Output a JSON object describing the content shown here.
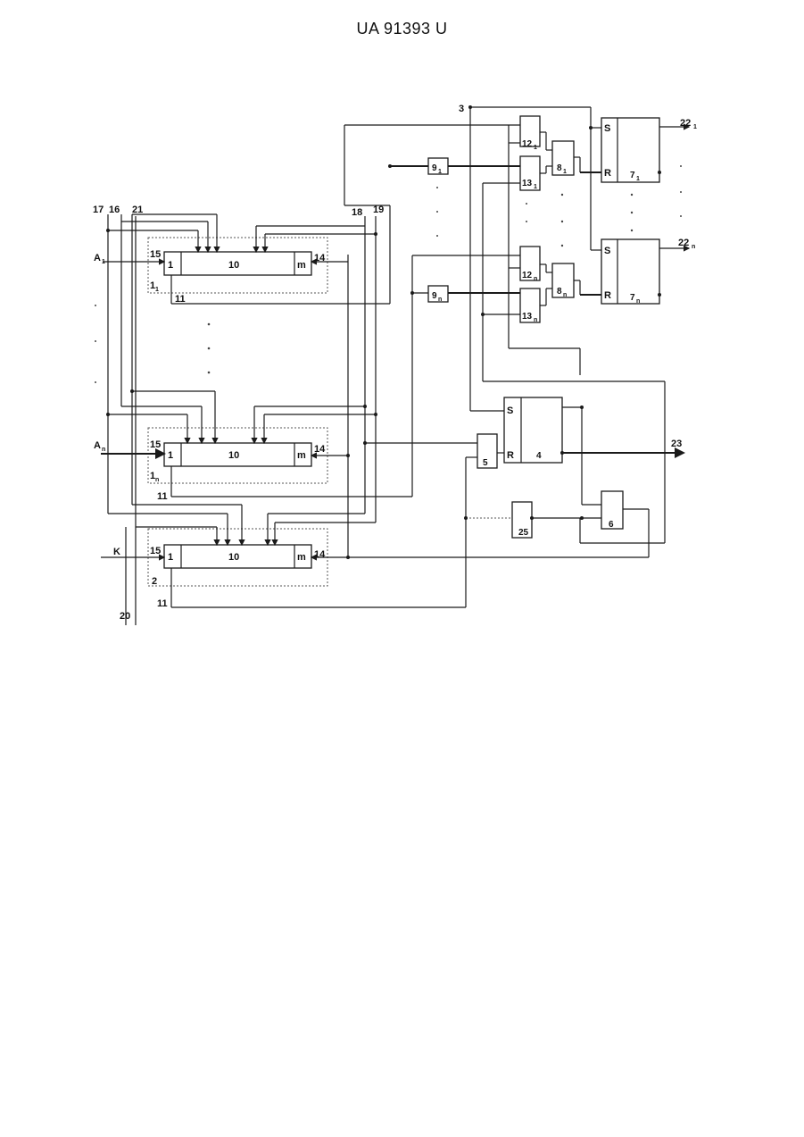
{
  "header": {
    "doc_id": "UA   91393   U"
  },
  "labels": {
    "bus_17": "17",
    "bus_16": "16",
    "bus_21": "21",
    "bus_18": "18",
    "bus_19": "19",
    "bus_20": "20",
    "bus_3": "3",
    "in_a1": "A",
    "in_a1_sub": "1",
    "in_an": "A",
    "in_an_sub": "n",
    "in_k": "K",
    "blk_15": "15",
    "blk_14": "14",
    "blk_10": "10",
    "blk_1": "1",
    "blk_m": "m",
    "blk_11": "11",
    "module_1": "1",
    "module_1_sub": "1",
    "module_n": "1",
    "module_n_sub": "n",
    "module_2": "2",
    "g12_1": "12",
    "g12_1_sub": "1",
    "g13_1": "13",
    "g13_1_sub": "1",
    "g8_1": "8",
    "g8_1_sub": "1",
    "g9_1": "9",
    "g9_1_sub": "1",
    "g12_n": "12",
    "g12_n_sub": "n",
    "g13_n": "13",
    "g13_n_sub": "n",
    "g8_n": "8",
    "g8_n_sub": "n",
    "g9_n": "9",
    "g9_n_sub": "n",
    "tr7_1": "7",
    "tr7_1_sub": "1",
    "tr7_n": "7",
    "tr7_n_sub": "n",
    "S": "S",
    "R": "R",
    "tr4": "4",
    "g5": "5",
    "g6": "6",
    "g25": "25",
    "out22_1": "22",
    "out22_1_sub": "1",
    "out22_n": "22",
    "out22_n_sub": "n",
    "out23": "23"
  }
}
